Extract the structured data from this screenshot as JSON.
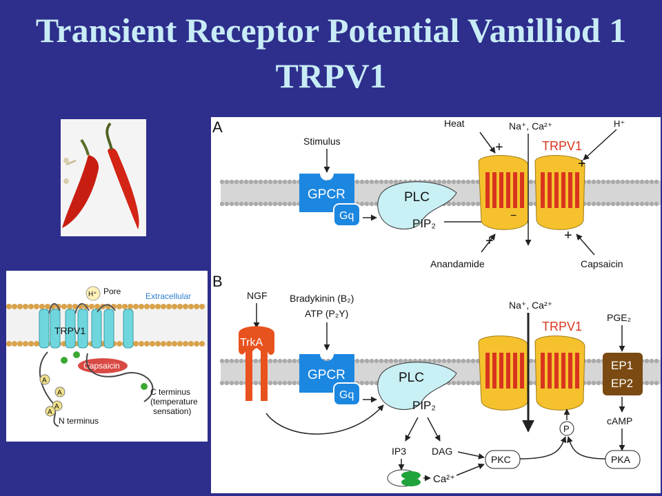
{
  "title": {
    "line1": "Transient Receptor Potential Vanilliod 1",
    "line2": "TRPV1"
  },
  "structure": {
    "pore": "Pore",
    "h_ion": "H⁺",
    "extracellular": "Extracellular",
    "trpv1": "TRPV1",
    "capsaicin": "Capsaicin",
    "c_terminus_1": "C terminus",
    "c_terminus_2": "(temperature",
    "c_terminus_3": "sensation)",
    "n_terminus": "N terminus",
    "ankyrin": "A"
  },
  "panel_a": {
    "letter": "A",
    "stimulus": "Stimulus",
    "heat": "Heat",
    "ions": "Na⁺, Ca²⁺",
    "h_ion": "H⁺",
    "trpv1": "TRPV1",
    "gpcr": "GPCR",
    "gq": "Gq",
    "plc": "PLC",
    "pip2": "PIP₂",
    "anandamide": "Anandamide",
    "capsaicin": "Capsaicin",
    "plus": "+",
    "minus": "−"
  },
  "panel_b": {
    "letter": "B",
    "ngf": "NGF",
    "bradykinin": "Bradykinin (B₂)",
    "atp": "ATP (P₂Y)",
    "ions": "Na⁺, Ca²⁺",
    "trpv1": "TRPV1",
    "pge2": "PGE₂",
    "trka": "TrkA",
    "gpcr": "GPCR",
    "gq": "Gq",
    "plc": "PLC",
    "pip2": "PIP₂",
    "ep1": "EP1",
    "ep2": "EP2",
    "camp": "cAMP",
    "p": "P",
    "ip3": "IP3",
    "dag": "DAG",
    "ca": "Ca²⁺",
    "pkc": "PKC",
    "pka": "PKA"
  },
  "colors": {
    "background": "#2e2e8c",
    "title": "#c8ecf6",
    "gpcr": "#1c87e0",
    "plc": "#c9f0f4",
    "trpv1": "#f5c22e",
    "helix": "#d9351e",
    "trka": "#e8521e",
    "ep": "#7a4a12"
  }
}
